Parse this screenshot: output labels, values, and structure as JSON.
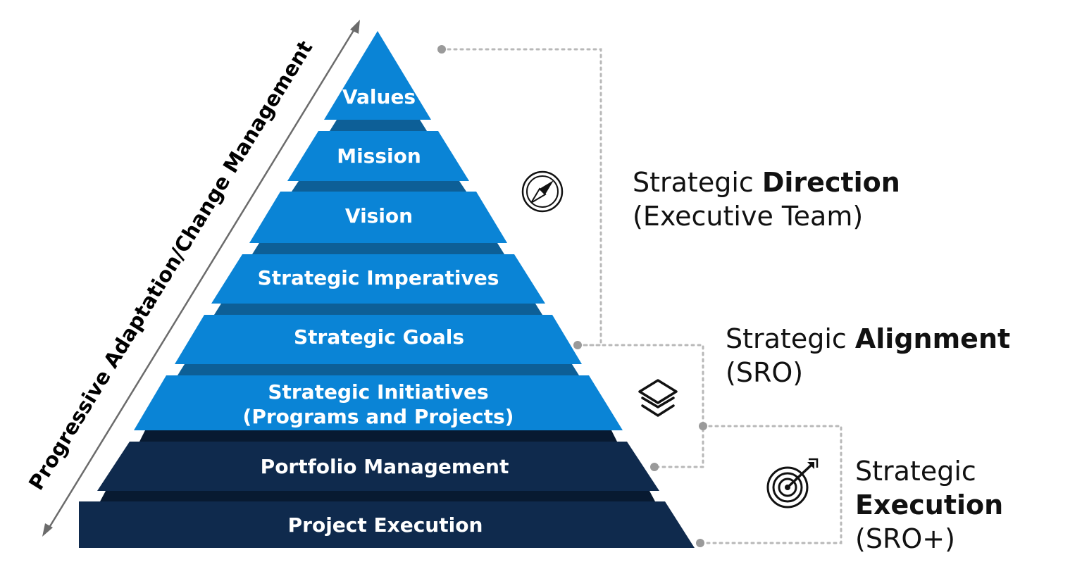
{
  "tiers": [
    {
      "label": "Values",
      "color": "#0a84d6"
    },
    {
      "label": "Mission",
      "color": "#0a84d6"
    },
    {
      "label": "Vision",
      "color": "#0a84d6"
    },
    {
      "label": "Strategic Imperatives",
      "color": "#0a84d6"
    },
    {
      "label": "Strategic Goals",
      "color": "#0a84d6"
    },
    {
      "label_line1": "Strategic Initiatives",
      "label_line2": "(Programs and Projects)",
      "color": "#0a84d6"
    },
    {
      "label": "Portfolio Management",
      "color": "#0f2a4d"
    },
    {
      "label": "Project Execution",
      "color": "#0f2a4d"
    }
  ],
  "axis_label": "Progressive Adaptation/Change Management",
  "groups": {
    "direction": {
      "prefix": "Strategic ",
      "bold": "Direction",
      "sub": "(Executive Team)",
      "icon": "compass-icon"
    },
    "alignment": {
      "prefix": "Strategic ",
      "bold": "Alignment",
      "sub": "(SRO)",
      "icon": "layers-icon"
    },
    "execution": {
      "line1": "Strategic",
      "bold": "Execution",
      "sub": "(SRO+)",
      "icon": "target-icon"
    }
  },
  "colors": {
    "light_blue": "#0a84d6",
    "light_blue_shadow": "#0d5f97",
    "navy": "#0f2a4d",
    "navy_shadow": "#081a31"
  }
}
